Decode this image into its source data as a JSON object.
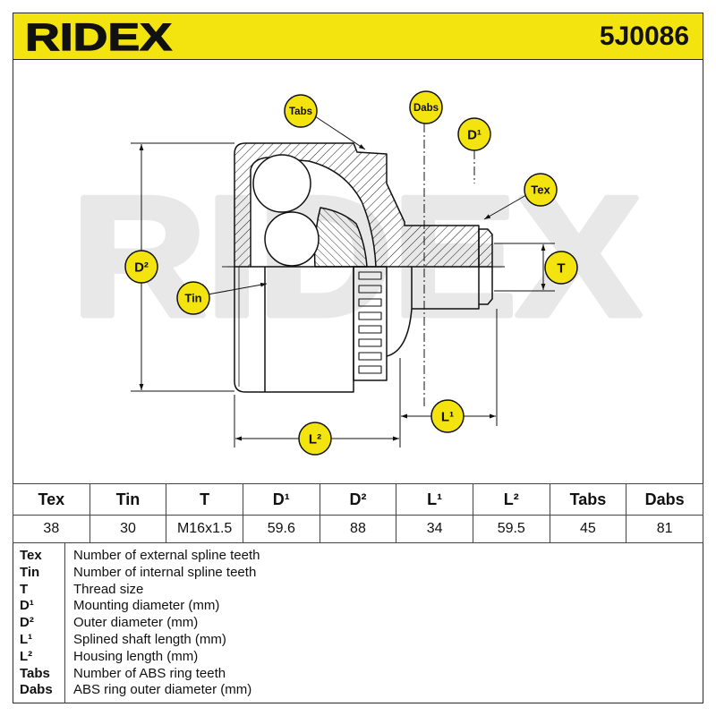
{
  "header": {
    "brand": "RIDEX",
    "part_number": "5J0086"
  },
  "diagram": {
    "watermark": "RIDEX",
    "callouts": {
      "tabs": "Tabs",
      "dabs": "Dabs",
      "d1": "D¹",
      "tex": "Tex",
      "t": "T",
      "d2": "D²",
      "tin": "Tin",
      "l1": "L¹",
      "l2": "L²"
    }
  },
  "specs": {
    "columns": [
      "Tex",
      "Tin",
      "T",
      "D¹",
      "D²",
      "L¹",
      "L²",
      "Tabs",
      "Dabs"
    ],
    "values": [
      "38",
      "30",
      "M16x1.5",
      "59.6",
      "88",
      "34",
      "59.5",
      "45",
      "81"
    ]
  },
  "legend": [
    {
      "key": "Tex",
      "description": "Number of external spline teeth"
    },
    {
      "key": "Tin",
      "description": "Number of internal spline teeth"
    },
    {
      "key": "T",
      "description": "Thread size"
    },
    {
      "key": "D¹",
      "description": "Mounting diameter (mm)"
    },
    {
      "key": "D²",
      "description": "Outer diameter (mm)"
    },
    {
      "key": "L¹",
      "description": "Splined shaft length (mm)"
    },
    {
      "key": "L²",
      "description": "Housing length (mm)"
    },
    {
      "key": "Tabs",
      "description": "Number of ABS ring teeth"
    },
    {
      "key": "Dabs",
      "description": "ABS ring outer diameter (mm)"
    }
  ],
  "colors": {
    "brand_yellow": "#f3e30f",
    "watermark_gray": "#e8e8e8"
  }
}
